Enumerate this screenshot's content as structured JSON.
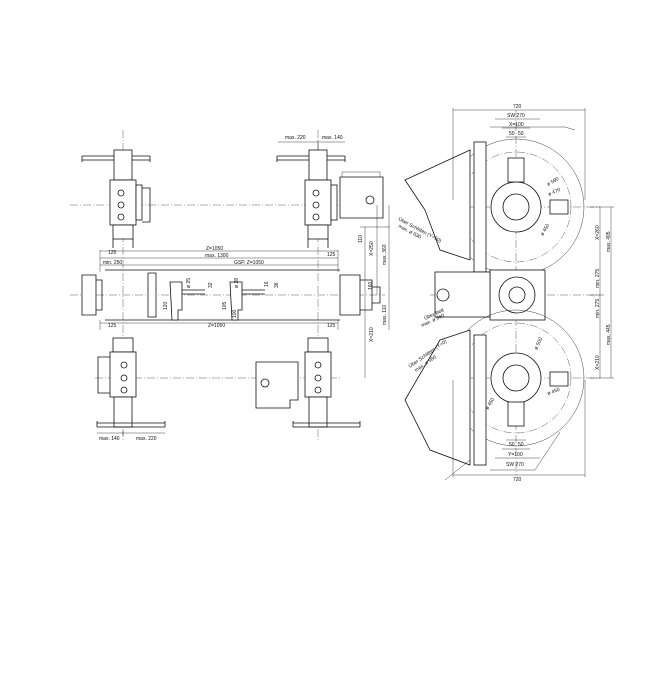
{
  "side_view": {
    "top": {
      "max_220": "max. 220",
      "max_140": "max. 140",
      "dim_110": "110",
      "x_250": "X=250",
      "max_360": "max. 360",
      "dim_125_left": "125",
      "dim_125_right": "125"
    },
    "middle": {
      "z_1050_top": "Z=1050",
      "max_1300": "max. 1300",
      "min_250": "min. 250",
      "gsp_z": "GSP. Z=1050",
      "d25": "ø 25",
      "d32": "32",
      "d16": "16",
      "d36": "36",
      "d28": "ø 28",
      "d120": "120",
      "d105": "105",
      "d100": "100",
      "d160": "160",
      "z_1050_bottom": "Z=1050",
      "dim_125_left": "125",
      "dim_125_right": "125"
    },
    "bottom": {
      "x_210": "X=210",
      "max_110": "max. 110",
      "max_140": "max. 140",
      "max_220": "max. 220"
    }
  },
  "front_view": {
    "top": {
      "w720": "720",
      "sw270": "SW 270",
      "x100": "X=100",
      "d50a": "50",
      "d50b": "50",
      "d590": "ø 590",
      "d470": "ø 470",
      "d450": "ø 450",
      "slide_label": "Über Schlitten (Y=50)",
      "slide_max": "max. ø 630",
      "x260": "X=260",
      "max495": "max. 495",
      "min275": "min. 275"
    },
    "middle": {
      "bed_label": "Über Bett",
      "bed_max": "max. ø 660",
      "min275": "min. 275"
    },
    "bottom": {
      "slide_label": "Über Schlitten (Y=0)",
      "slide_max": "max. ø 580",
      "d500": "ø 500",
      "d450a": "ø 450",
      "d450b": "ø 450",
      "max445": "max. 445",
      "x210": "X=210",
      "d50a": "50",
      "d50b": "50",
      "y100": "Y=100",
      "sw270": "SW 270",
      "w720": "720"
    }
  }
}
